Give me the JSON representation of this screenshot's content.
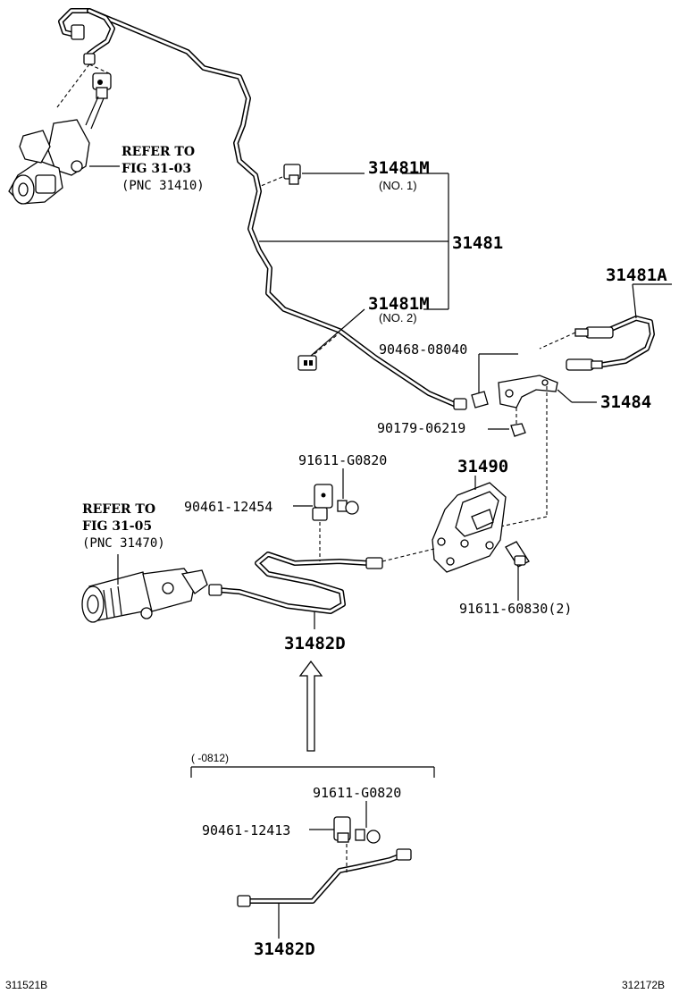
{
  "labels": {
    "p31481M_1": "31481M",
    "p31481M_1_sub": "(NO. 1)",
    "p31481": "31481",
    "p31481M_2": "31481M",
    "p31481M_2_sub": "(NO. 2)",
    "p31481A": "31481A",
    "p90468": "90468-08040",
    "p31484": "31484",
    "p90179": "90179-06219",
    "p91611_top": "91611-G0820",
    "p31490": "31490",
    "p90461_top": "90461-12454",
    "p91611_60830": "91611-60830(2)",
    "p31482D_top": "31482D",
    "p91611_bottom": "91611-G0820",
    "p90461_bottom": "90461-12413",
    "p31482D_bottom": "31482D"
  },
  "refer_top": {
    "line1": "REFER TO",
    "line2": "FIG 31-03",
    "line3": "(PNC 31410)"
  },
  "refer_left": {
    "line1": "REFER TO",
    "line2": "FIG 31-05",
    "line3": "(PNC 31470)"
  },
  "bracket_range": "(    -0812)",
  "codes": {
    "left": "311521B",
    "right": "312172B"
  }
}
